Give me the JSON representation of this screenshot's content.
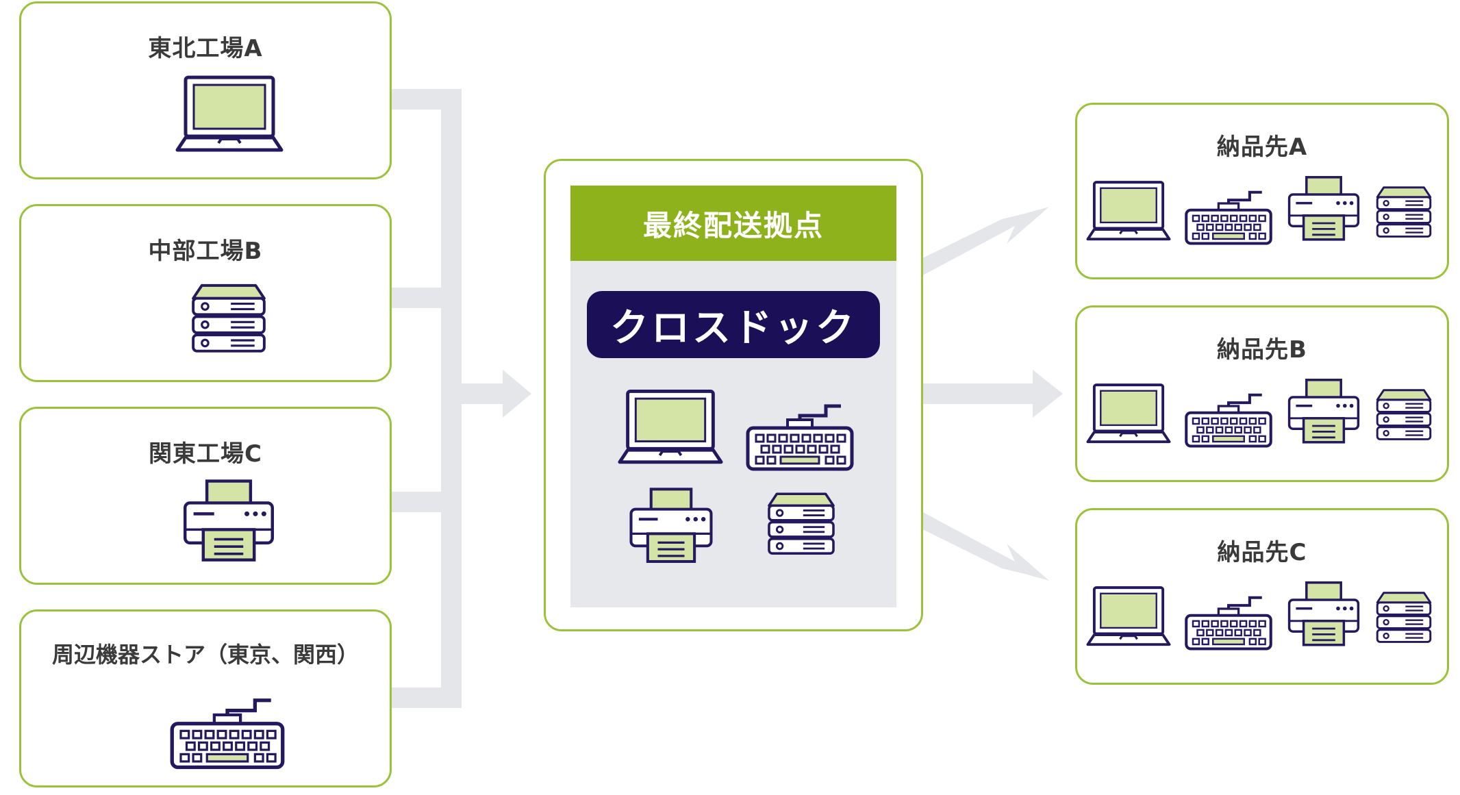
{
  "sources": [
    {
      "label": "東北工場A",
      "device": "laptop-icon"
    },
    {
      "label": "中部工場B",
      "device": "server-icon"
    },
    {
      "label": "関東工場C",
      "device": "printer-icon"
    },
    {
      "label": "周辺機器ストア（東京、関西）",
      "device": "keyboard-icon"
    }
  ],
  "hub": {
    "header": "最終配送拠点",
    "label": "クロスドック",
    "devices": [
      "laptop-icon",
      "keyboard-icon",
      "printer-icon",
      "server-icon"
    ]
  },
  "destinations": [
    {
      "label": "納品先A",
      "devices": [
        "laptop-icon",
        "keyboard-icon",
        "printer-icon",
        "server-icon"
      ]
    },
    {
      "label": "納品先B",
      "devices": [
        "laptop-icon",
        "keyboard-icon",
        "printer-icon",
        "server-icon"
      ]
    },
    {
      "label": "納品先C",
      "devices": [
        "laptop-icon",
        "keyboard-icon",
        "printer-icon",
        "server-icon"
      ]
    }
  ],
  "colors": {
    "accent_green": "#8db21c",
    "border_green": "#9bc23a",
    "navy": "#1b0f57",
    "screen_fill": "#d4e4a6",
    "arrow_gray": "#e4e6ea"
  }
}
